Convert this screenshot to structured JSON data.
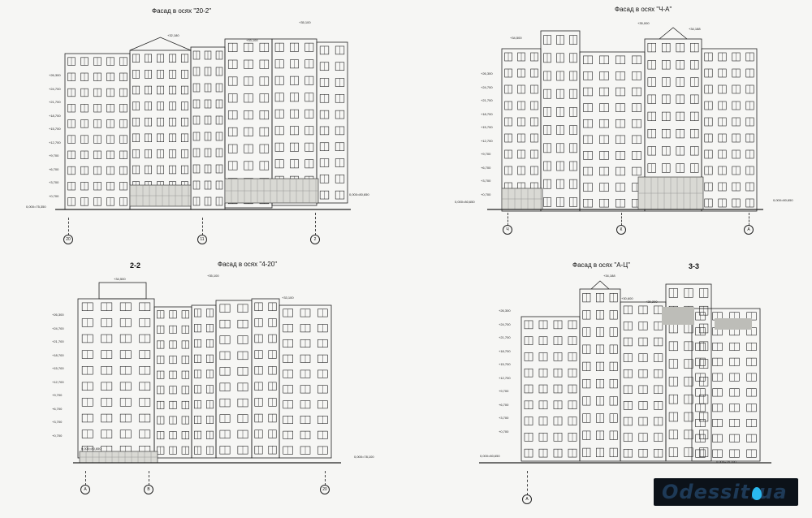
{
  "drawings": [
    {
      "title": "Фасад в осях \"20-2\"",
      "axes": [
        "20",
        "11",
        "2"
      ],
      "ground_left": "0,000=75,350",
      "ground_right": "0,000=80,650",
      "roof_marks": [
        "+32,180",
        "+33,100",
        "+35,100"
      ]
    },
    {
      "title": "Фасад в осях \"Ч-А\"",
      "axes": [
        "Ч",
        "К",
        "А"
      ],
      "ground_left": "0,000=80,650",
      "ground_right": "0,000=80,650",
      "roof_marks": [
        "+34,500",
        "+35,000",
        "+34,188"
      ]
    },
    {
      "section_label": "2-2",
      "title": "Фасад в осях \"4-20\"",
      "axes": [
        "А",
        "В",
        "20"
      ],
      "ground_left": "0,000=80,650",
      "ground_right": "0,000=78,100",
      "roof_marks": [
        "+34,500",
        "+35,100",
        "+33,100"
      ]
    },
    {
      "title": "Фасад в осях \"А-Ц\"",
      "section_label": "3-3",
      "axes": [
        "А"
      ],
      "ground_left": "0,000=80,650",
      "ground_right": "0,000=78,100",
      "roof_marks": [
        "+34,188",
        "+30,600",
        "+30,200"
      ]
    }
  ],
  "elevations": [
    "+26,300",
    "+24,700",
    "+21,700",
    "+18,700",
    "+15,700",
    "+12,700",
    "+9,700",
    "+6,700",
    "+3,700",
    "+0,700"
  ],
  "watermark": "Odessit.ua"
}
